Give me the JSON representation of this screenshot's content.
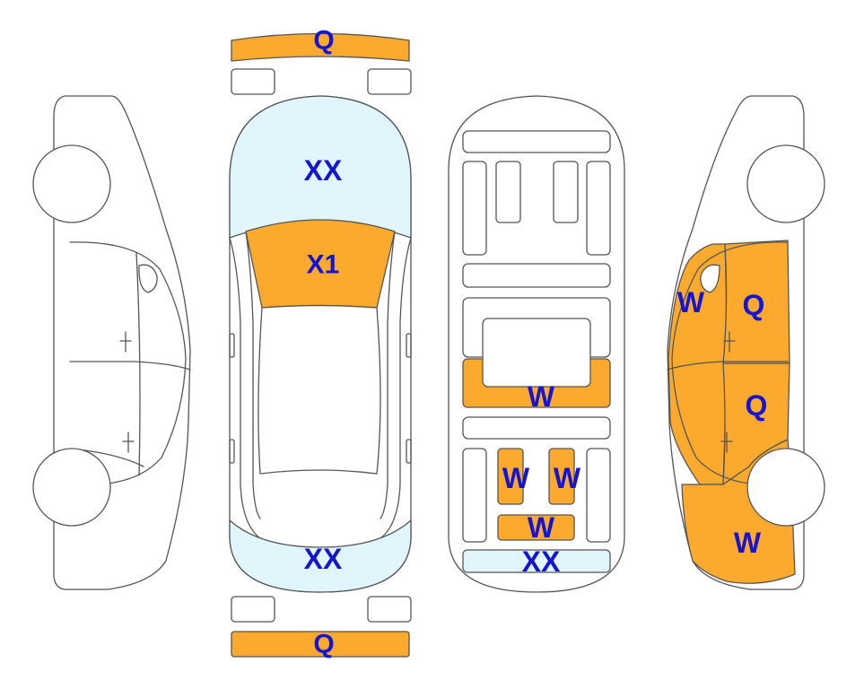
{
  "colors": {
    "damage_fill": "#FBAA2E",
    "light_fill": "#E1F6FC",
    "label": "#1414D2",
    "outline": "#555555",
    "background": "#FFFFFF"
  },
  "labels": {
    "front_bumper": "Q",
    "rear_bumper": "Q",
    "windshield": "XX",
    "hood_area": "X1",
    "rear_window": "XX",
    "floor_center": "W",
    "floor_left_seat": "W",
    "floor_right_seat": "W",
    "floor_rear": "W",
    "floor_trunk": "XX",
    "right_pillar": "W",
    "right_front_door": "Q",
    "right_rear_door": "Q",
    "right_quarter": "W"
  }
}
